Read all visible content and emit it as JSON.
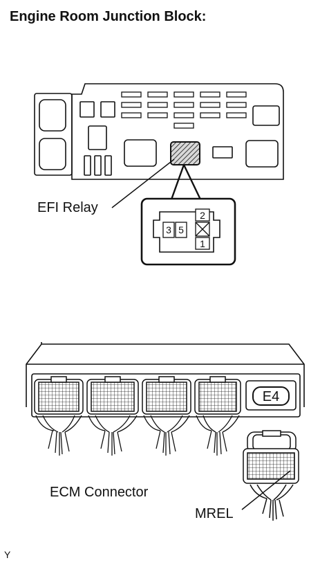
{
  "title": "Engine Room Junction Block:",
  "labels": {
    "efi_relay": "EFI Relay",
    "ecm_connector": "ECM Connector",
    "mrel": "MREL",
    "corner_code": "Y"
  },
  "relay_pins": {
    "pin3": "3",
    "pin5": "5",
    "pin2": "2",
    "pin1": "1"
  },
  "ecm_badge": "E4",
  "colors": {
    "line": "#111111",
    "background": "#ffffff",
    "highlight_fill": "#bfbfbf"
  }
}
